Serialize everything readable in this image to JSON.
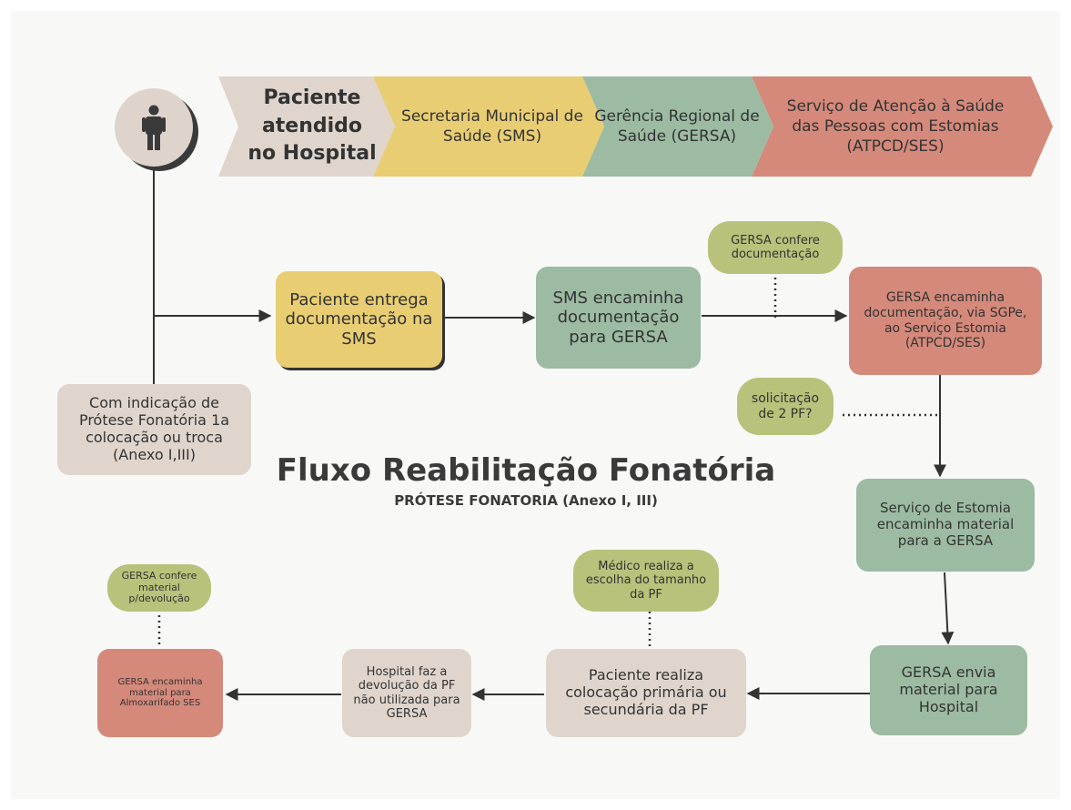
{
  "title": "Fluxo Reabilitação Fonatória",
  "subtitle": "PRÓTESE FONATORIA (Anexo I, III)",
  "header": {
    "patient": "Paciente atendido no Hospital",
    "sms": "Secretaria Municipal de Saúde (SMS)",
    "gersa": "Gerência Regional de Saúde (GERSA)",
    "ses": "Serviço de Atenção à Saúde das Pessoas com Estomias (ATPCD/SES)"
  },
  "icon": "person-icon",
  "nodes": {
    "indicacao": "Com indicação de Prótese Fonatória 1a colocação ou troca (Anexo I,III)",
    "entrega": "Paciente entrega documentação na SMS",
    "sms_encaminha": "SMS encaminha documentação para GERSA",
    "gersa_confere_doc": "GERSA confere documentação",
    "gersa_encaminha_doc": "GERSA encaminha documentação, via SGPe, ao Serviço Estomia (ATPCD/SES)",
    "solicitacao": "solicitação de 2 PF?",
    "estomia_encaminha": "Serviço de Estomia encaminha material para a GERSA",
    "gersa_envia": "GERSA envia material para Hospital",
    "medico": "Médico realiza a escolha do tamanho da PF",
    "paciente_realiza": "Paciente realiza colocação primária ou secundária da PF",
    "hospital_devolucao": "Hospital faz a devolução da PF não utilizada para GERSA",
    "gersa_confere_mat": "GERSA confere material p/devolução",
    "gersa_almox": "GERSA encaminha material para Almoxarifado SES"
  },
  "colors": {
    "tan": "#dfd5cd",
    "yellow": "#e8cd73",
    "teal": "#9cbba2",
    "red": "#d4897a",
    "olive": "#b8c27a",
    "dark": "#333333"
  }
}
